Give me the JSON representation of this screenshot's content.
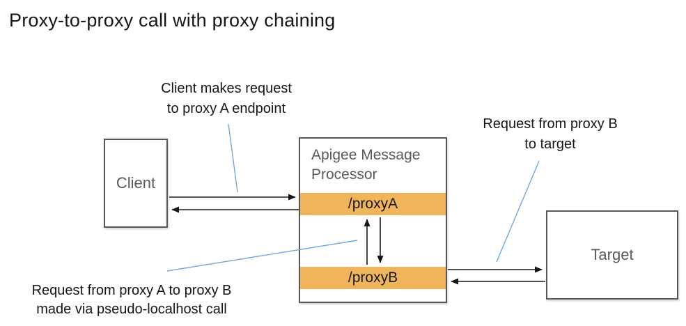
{
  "title": "Proxy-to-proxy call with proxy chaining",
  "colors": {
    "orange_bar": "#F0B55A",
    "callout_line_blue": "#6FA8DC",
    "box_border_gray": "#565656",
    "box_label_gray": "#595959",
    "text_black": "#161616"
  },
  "nodes": {
    "client": {
      "label": "Client"
    },
    "apigee": {
      "label": "Apigee Message Processor"
    },
    "proxy_a": {
      "label": "/proxyA"
    },
    "proxy_b": {
      "label": "/proxyB"
    },
    "target": {
      "label": "Target"
    }
  },
  "annotations": {
    "client_request": {
      "line1": "Client makes request",
      "line2": "to proxy A endpoint"
    },
    "proxy_b_to_target": {
      "line1": "Request from proxy B",
      "line2": "to target"
    },
    "proxy_a_to_b": {
      "line1": "Request from proxy A to proxy B",
      "line2": "made via pseudo-localhost call"
    }
  }
}
